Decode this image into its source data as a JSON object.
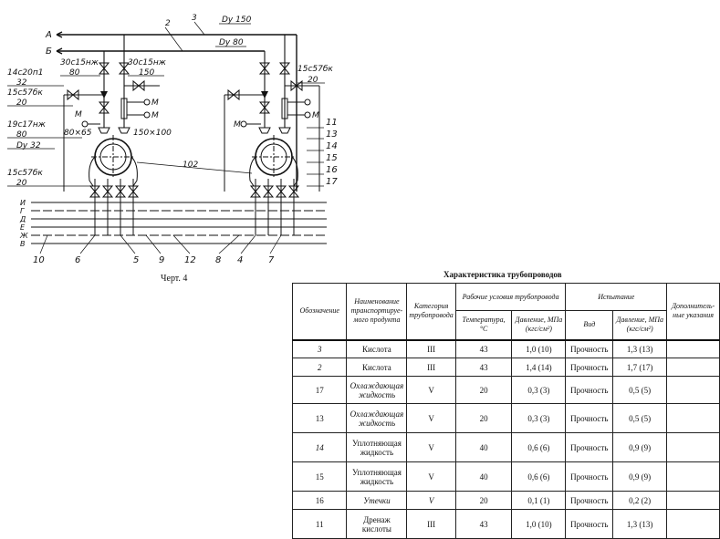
{
  "diagram": {
    "lines_left": [
      {
        "id": "A",
        "text": "А"
      },
      {
        "id": "B",
        "text": "Б"
      }
    ],
    "line_labels": {
      "l2": "2",
      "l3": "3",
      "dy150": "Dy 150",
      "dy80": "Dy 80",
      "dy32": "Dy 32"
    },
    "valve_labels": {
      "v1a": "30с15нж",
      "v1b": "80",
      "v2a": "30с15нж",
      "v2b": "150",
      "v3a": "15с57бк",
      "v3b": "20",
      "v4a": "14с20п1",
      "v4b": "32",
      "v5a": "15с57бк",
      "v5b": "20",
      "v6a": "19с17нж",
      "v6b": "80",
      "v7a": "80×65",
      "v8a": "150×100",
      "v9a": "15с57бк",
      "v9b": "20"
    },
    "m_labels": [
      "М",
      "М",
      "М",
      "М",
      "М"
    ],
    "vessel_label": "102",
    "right_numbers": [
      "11",
      "13",
      "14",
      "15",
      "16",
      "17"
    ],
    "bottom_left_letters": [
      "И",
      "Г",
      "Д",
      "Е",
      "Ж",
      "В"
    ],
    "bottom_numbers": [
      "10",
      "6",
      "5",
      "9",
      "12",
      "8",
      "4",
      "7"
    ]
  },
  "caption": "Черт. 4",
  "table": {
    "title": "Характеристика трубопроводов",
    "headers": {
      "designation": "Обозначение",
      "product": "Наименование транспортируе-мого продукта",
      "category": "Категория трубопровода",
      "conditions": "Рабочие условия трубопровода",
      "temperature": "Температура, °С",
      "pressure": "Давление, МПа (кгс/см²)",
      "testing": "Испытание",
      "test_type": "Вид",
      "test_pressure": "Давление, МПа (кгс/см²)",
      "notes": "Дополнитель-ные указания"
    },
    "rows": [
      {
        "des": "3",
        "prod": "Кислота",
        "cat": "III",
        "temp": "43",
        "press": "1,0 (10)",
        "type": "Прочность",
        "tpress": "1,3 (13)",
        "note": ""
      },
      {
        "des": "2",
        "prod": "Кислота",
        "cat": "III",
        "temp": "43",
        "press": "1,4 (14)",
        "type": "Прочность",
        "tpress": "1,7 (17)",
        "note": ""
      },
      {
        "des": "17",
        "prod": "Охлаждающая жидкость",
        "cat": "V",
        "temp": "20",
        "press": "0,3 (3)",
        "type": "Прочность",
        "tpress": "0,5 (5)",
        "note": ""
      },
      {
        "des": "13",
        "prod": "Охлаждающая жидкость",
        "cat": "V",
        "temp": "20",
        "press": "0,3 (3)",
        "type": "Прочность",
        "tpress": "0,5 (5)",
        "note": ""
      },
      {
        "des": "14",
        "prod": "Уплотняющая жидкость",
        "cat": "V",
        "temp": "40",
        "press": "0,6 (6)",
        "type": "Прочность",
        "tpress": "0,9 (9)",
        "note": ""
      },
      {
        "des": "15",
        "prod": "Уплотняющая жидкость",
        "cat": "V",
        "temp": "40",
        "press": "0,6 (6)",
        "type": "Прочность",
        "tpress": "0,9 (9)",
        "note": ""
      },
      {
        "des": "16",
        "prod": "Утечки",
        "cat": "V",
        "temp": "20",
        "press": "0,1 (1)",
        "type": "Прочность",
        "tpress": "0,2 (2)",
        "note": ""
      },
      {
        "des": "11",
        "prod": "Дренаж кислоты",
        "cat": "III",
        "temp": "43",
        "press": "1,0 (10)",
        "type": "Прочность",
        "tpress": "1,3 (13)",
        "note": ""
      }
    ]
  }
}
